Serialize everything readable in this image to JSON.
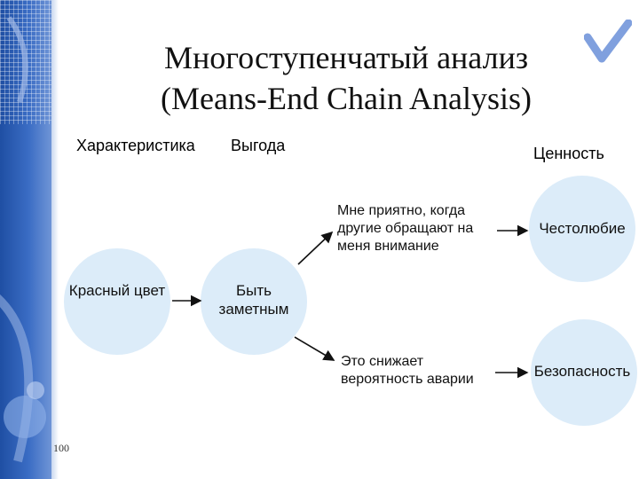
{
  "title": {
    "line1": "Многоступенчатый анализ",
    "line2": "(Means-End Chain Analysis)"
  },
  "headers": {
    "characteristic": "Характеристика",
    "benefit": "Выгода",
    "value": "Ценность"
  },
  "nodes": {
    "red_color": "Красный цвет",
    "be_noticeable": "Быть заметным",
    "pleasant_attention": "Мне приятно, когда другие обращают на меня внимание",
    "lower_accidents": "Это снижает вероятность аварии",
    "ambition": "Честолюбие",
    "safety": "Безопасность"
  },
  "page_number": "100",
  "colors": {
    "circle_fill": "#dcecf9",
    "sidebar_blue": "#2b5cb4",
    "checkmark_blue": "#6a8fd8"
  }
}
